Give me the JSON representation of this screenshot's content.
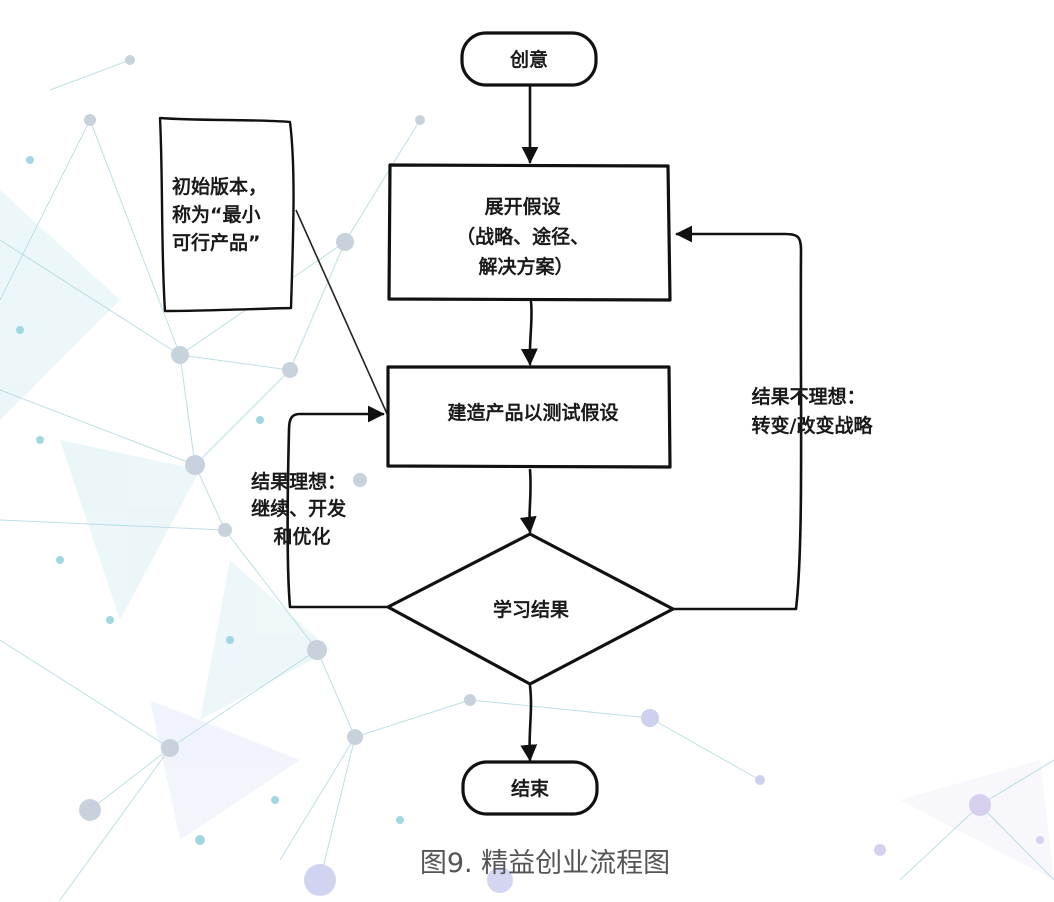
{
  "diagram": {
    "nodes": {
      "start": "创意",
      "hypothesis": [
        "展开假设",
        "（战略、途径、",
        "解决方案）"
      ],
      "build": "建造产品以测试假设",
      "learn": "学习结果",
      "end": "结束"
    },
    "note": [
      "初始版本，",
      "称为“最小",
      "可行产品”"
    ],
    "edge_labels": {
      "good": [
        "结果理想：",
        "继续、开发",
        "和优化"
      ],
      "bad": [
        "结果不理想：",
        "转变/改变战略"
      ]
    }
  },
  "caption": "图9. 精益创业流程图",
  "colors": {
    "stroke": "#111111",
    "network": "#a9d4dc",
    "network_node": "#c7d2dd"
  }
}
